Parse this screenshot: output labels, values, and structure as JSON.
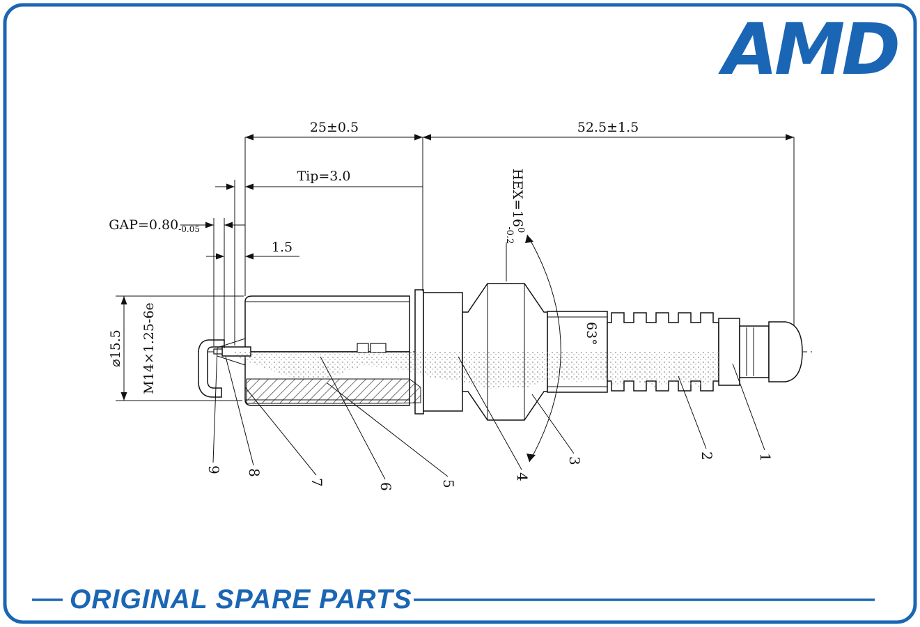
{
  "page": {
    "background": "#ffffff",
    "border_color": "#1b66b4"
  },
  "brand": {
    "logo_text": "AMD",
    "tagline": "ORIGINAL SPARE PARTS",
    "accent": "#1b66b4"
  },
  "drawing": {
    "title": "spark plug cross-section",
    "dim_top_left": "25±0.5",
    "dim_top_right": "52.5±1.5",
    "dim_tip": "Tip=3.0",
    "dim_gap_main": "GAP=0.80",
    "dim_gap_tol": "-0.05",
    "dim_offset": "1.5",
    "dim_diameter": "⌀15.5",
    "dim_thread": "M14×1.25-6e",
    "dim_hex_main": "HEX=16",
    "dim_hex_sup": "0",
    "dim_hex_sub": "-0.2",
    "dim_angle": "63°",
    "callouts": [
      "9",
      "8",
      "7",
      "6",
      "5",
      "4",
      "3",
      "2",
      "1"
    ]
  }
}
